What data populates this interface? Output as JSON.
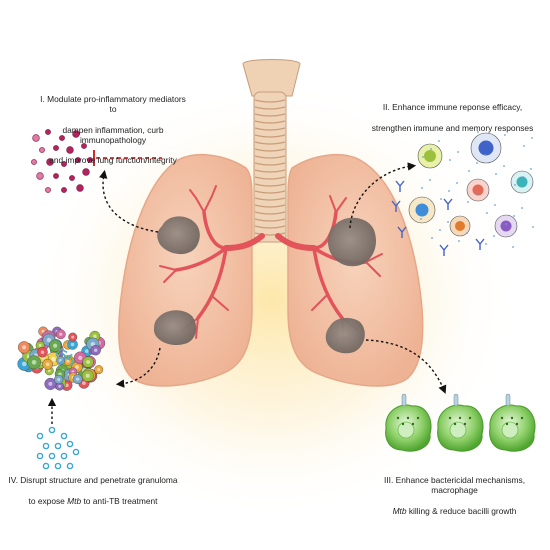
{
  "labels": {
    "i": {
      "line1": "I. Modulate pro-inflammatory mediators to",
      "line2": "dampen inflammation, curb immunopathology",
      "line3": "and improve lung function/integrity"
    },
    "ii": {
      "line1": "II.  Enhance immune reponse efficacy,",
      "line2": "strengthen immune and memory responses"
    },
    "iii": {
      "line1": "III. Enhance bactericidal mechanisms, macrophage",
      "line2_italic": "Mtb",
      "line2_rest": " killing & reduce bacilli growth"
    },
    "iv": {
      "line1": "IV. Disrupt structure and penetrate granuloma",
      "line2_pre": "to expose ",
      "line2_italic": "Mtb",
      "line2_rest": " to anti-TB treatment"
    }
  },
  "colors": {
    "lung_fill": "#f3c6a9",
    "lung_edge": "#e6a789",
    "trachea": "#f0d4b8",
    "trachea_ring": "#c89c7a",
    "bronchi": "#e2535a",
    "granuloma": "#8b7f78",
    "glow": "#fde7b0",
    "inhibit": "#d62a2a",
    "mediator": "#b3245e",
    "drug_dots": "#3ba6d6",
    "macrophage": "#6bbf4a"
  }
}
